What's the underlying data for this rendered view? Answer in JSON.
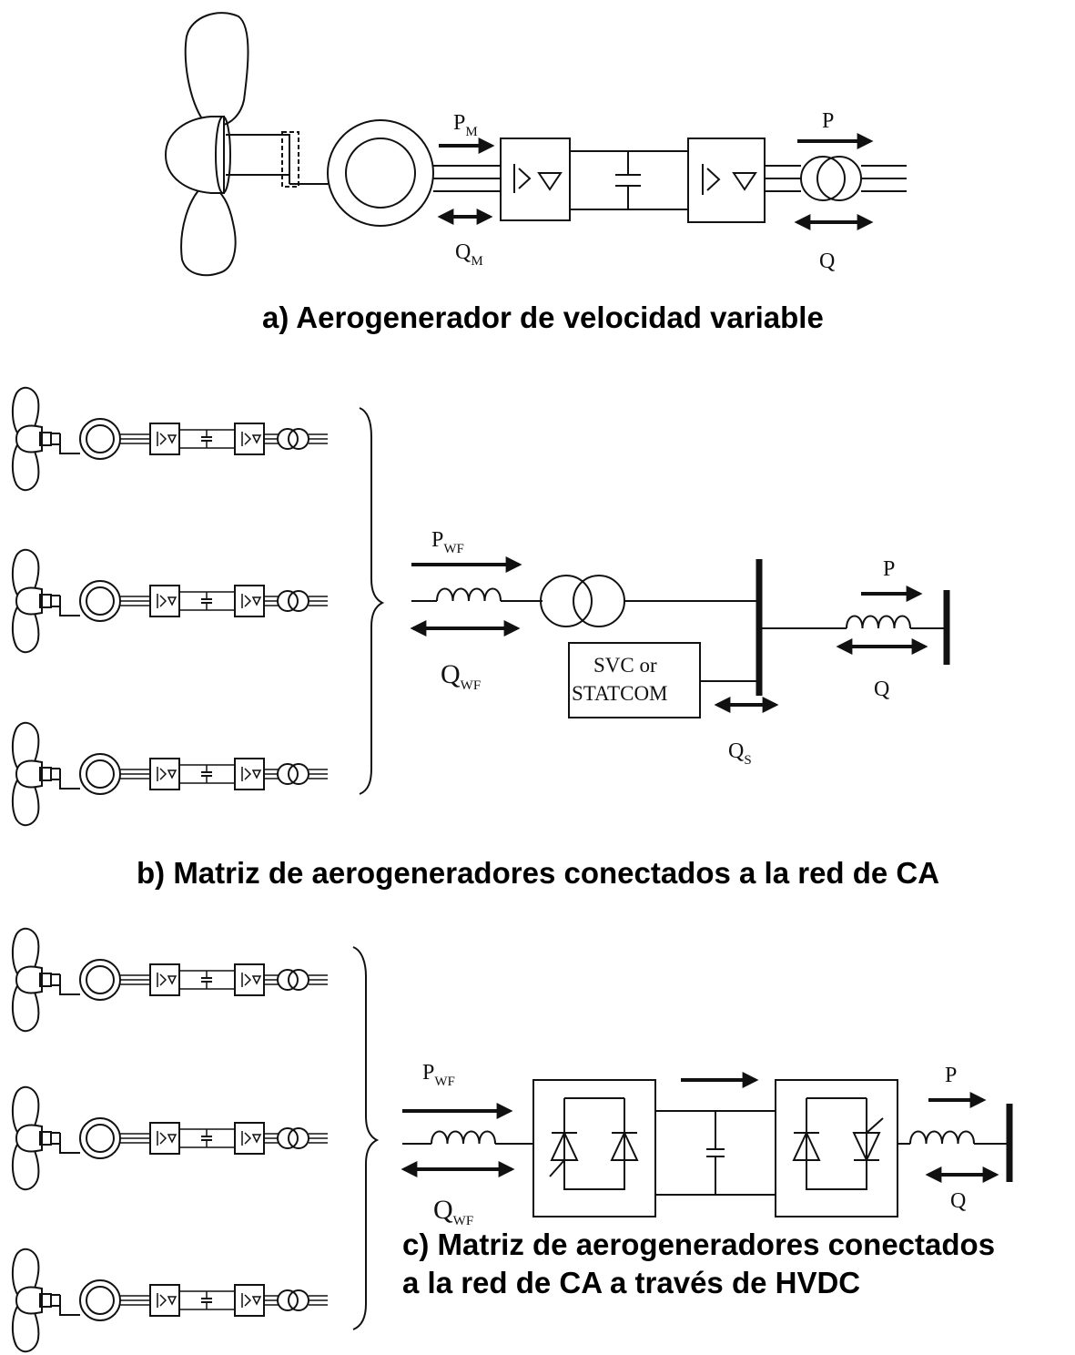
{
  "captions": {
    "a": "a) Aerogenerador de velocidad variable",
    "b": "b) Matriz de aerogeneradores conectados a la red de CA",
    "c_line1": "c) Matriz de aerogeneradores conectados",
    "c_line2": "a la red de CA a través de HVDC"
  },
  "panel_a": {
    "pm_main": "P",
    "pm_sub": "M",
    "qm_main": "Q",
    "qm_sub": "M",
    "p": "P",
    "q": "Q"
  },
  "panel_b": {
    "pwf_main": "P",
    "pwf_sub": "WF",
    "qwf_main": "Q",
    "qwf_sub": "WF",
    "svc_line1": "SVC or",
    "svc_line2": "STATCOM",
    "qs_main": "Q",
    "qs_sub": "S",
    "p": "P",
    "q": "Q"
  },
  "panel_c": {
    "pwf_main": "P",
    "pwf_sub": "WF",
    "qwf_main": "Q",
    "qwf_sub": "WF",
    "p": "P",
    "q": "Q"
  },
  "colors": {
    "ink": "#111111",
    "background": "#ffffff"
  }
}
